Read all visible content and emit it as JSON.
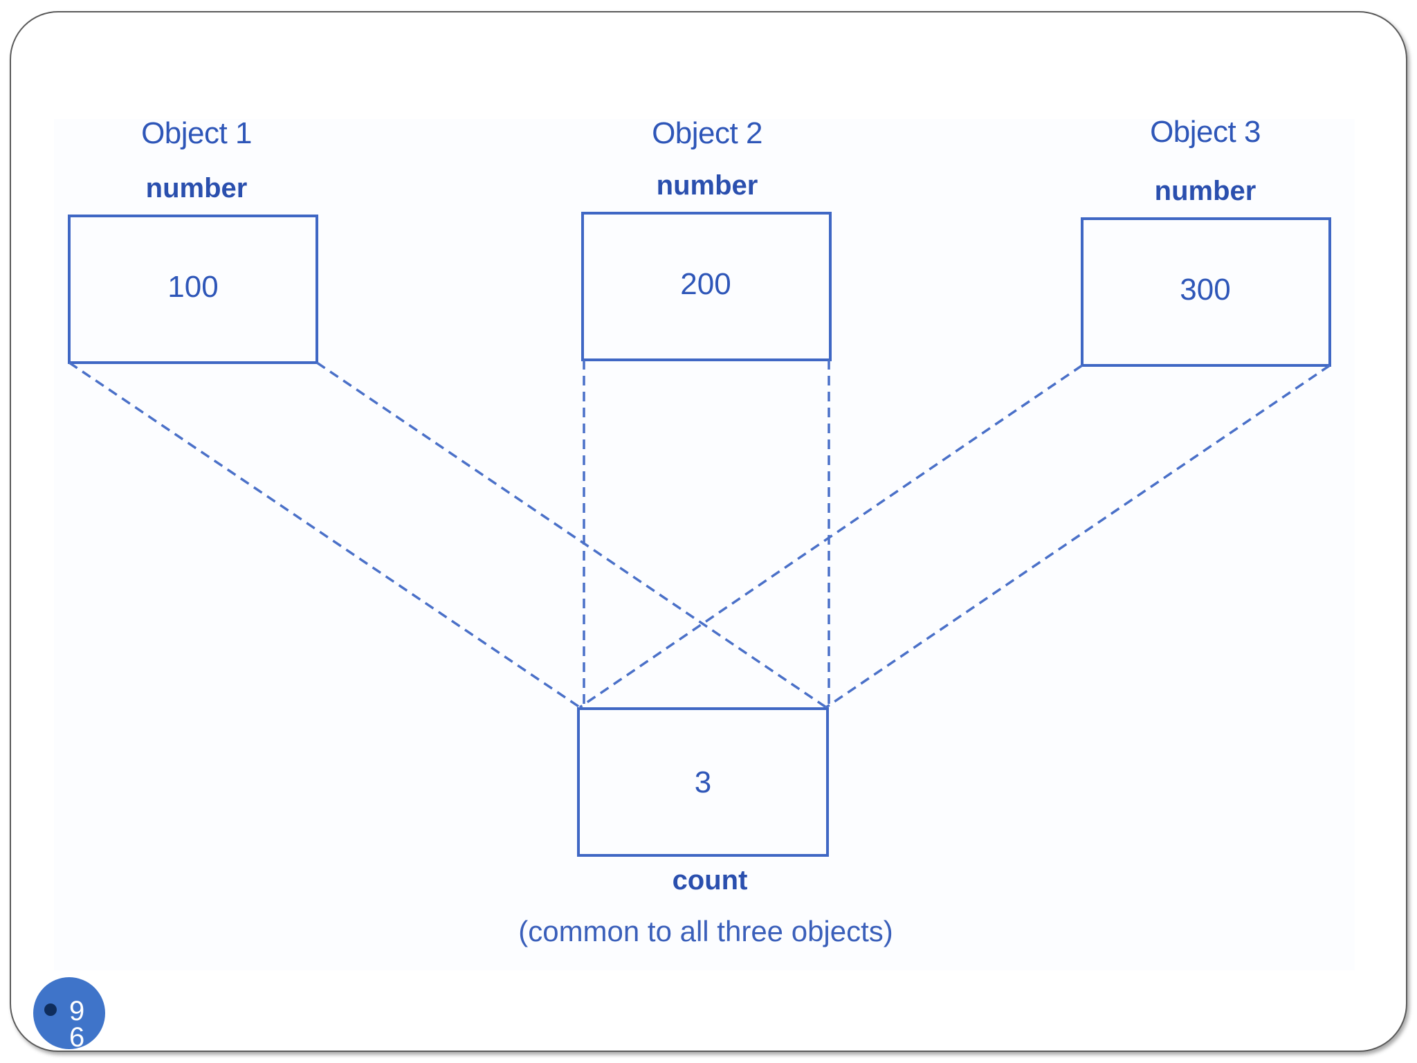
{
  "objects": [
    {
      "title": "Object 1",
      "var": "number",
      "value": "100"
    },
    {
      "title": "Object 2",
      "var": "number",
      "value": "200"
    },
    {
      "title": "Object 3",
      "var": "number",
      "value": "300"
    }
  ],
  "shared": {
    "value": "3",
    "var": "count",
    "caption": "(common to all three objects)"
  },
  "slide_number": "96",
  "colors": {
    "ink": "#2e56b8",
    "badge": "#3f74c9",
    "frame": "#5a5a5a"
  }
}
